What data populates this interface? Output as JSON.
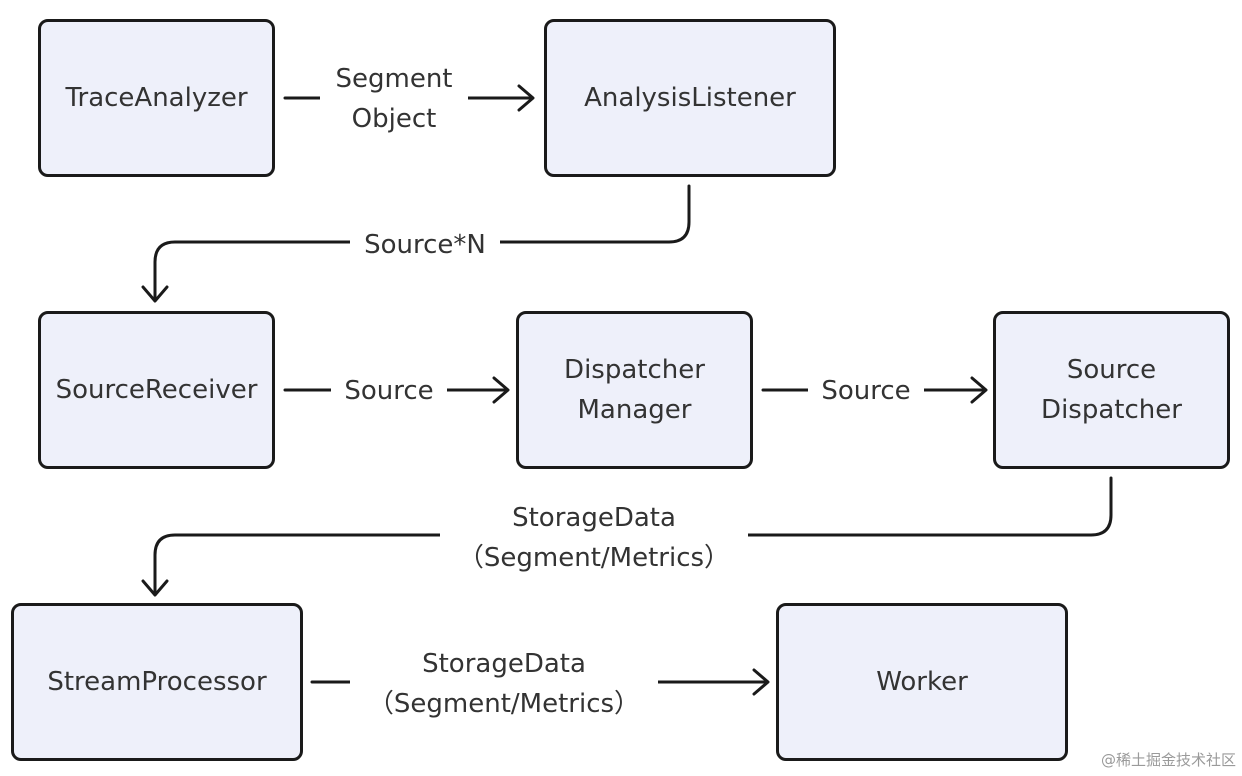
{
  "nodes": {
    "trace_analyzer": "TraceAnalyzer",
    "analysis_listener": "AnalysisListener",
    "source_receiver": "SourceReceiver",
    "dispatcher_manager": "Dispatcher\nManager",
    "source_dispatcher": "Source\nDispatcher",
    "stream_processor": "StreamProcessor",
    "worker": "Worker"
  },
  "edges": {
    "trace_to_listener": "Segment\nObject",
    "listener_to_receiver": "Source*N",
    "receiver_to_manager": "Source",
    "manager_to_dispatcher": "Source",
    "dispatcher_to_processor": "StorageData\n（Segment/Metrics）",
    "processor_to_worker": "StorageData\n（Segment/Metrics）"
  },
  "watermark": "@稀土掘金技术社区",
  "colors": {
    "node_fill": "#eef0fa",
    "node_border": "#1a1a1a",
    "text": "#333333"
  }
}
